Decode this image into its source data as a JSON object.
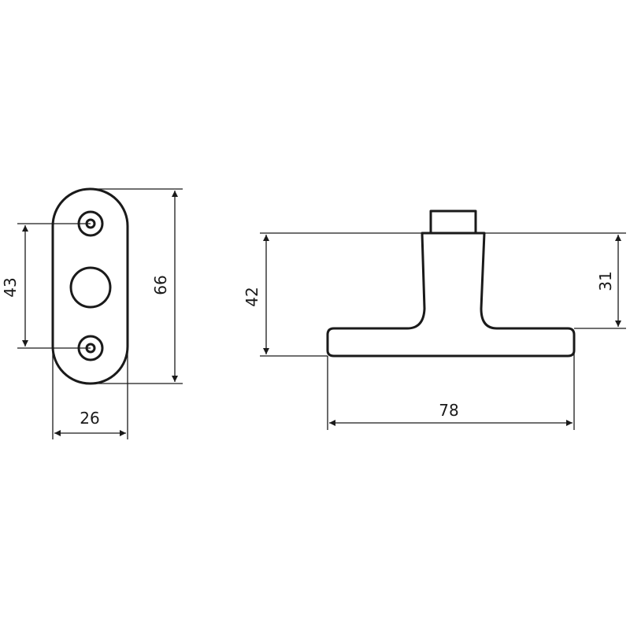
{
  "dimensions": {
    "front_height_outer": "66",
    "front_hole_spacing": "43",
    "front_width": "26",
    "side_total_height": "42",
    "side_stem_height": "31",
    "side_base_width": "78"
  }
}
